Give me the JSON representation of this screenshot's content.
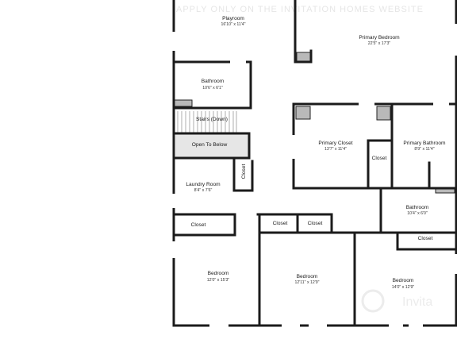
{
  "watermark": "APPLY ONLY ON THE INVITATION HOMES WEBSITE",
  "brand": "Invita",
  "rooms": [
    {
      "name": "Playroom",
      "dims": "16'10\" x 11'4\""
    },
    {
      "name": "Primary Bedroom",
      "dims": "22'5\" x 17'3\""
    },
    {
      "name": "Bathroom",
      "dims": "10'6\" x 6'1\""
    },
    {
      "name": "Stairs (Down)",
      "dims": ""
    },
    {
      "name": "Open To Below",
      "dims": ""
    },
    {
      "name": "Primary Closet",
      "dims": "13'7\" x 11'4\""
    },
    {
      "name": "Primary Bathroom",
      "dims": "8'9\" x 11'4\""
    },
    {
      "name": "Closet",
      "dims": ""
    },
    {
      "name": "Laundry Room",
      "dims": "8'4\" x 7'6\""
    },
    {
      "name": "Closet",
      "dims": ""
    },
    {
      "name": "Bathroom",
      "dims": "10'4\" x 6'0\""
    },
    {
      "name": "Closet",
      "dims": ""
    },
    {
      "name": "Closet",
      "dims": ""
    },
    {
      "name": "Closet",
      "dims": ""
    },
    {
      "name": "Closet",
      "dims": ""
    },
    {
      "name": "Bedroom",
      "dims": "12'0\" x 15'3\""
    },
    {
      "name": "Bedroom",
      "dims": "12'11\" x 12'9\""
    },
    {
      "name": "Bedroom",
      "dims": "14'0\" x 12'9\""
    }
  ]
}
